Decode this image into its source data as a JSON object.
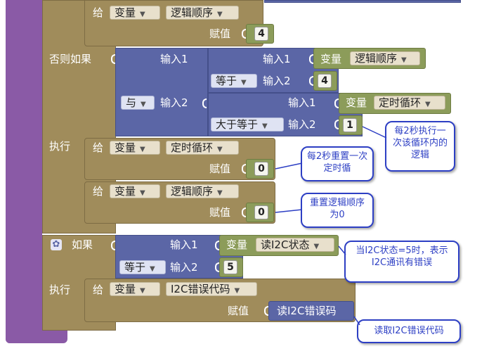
{
  "blocks": {
    "give1": {
      "label": "给",
      "var": "变量",
      "name": "逻辑顺序"
    },
    "assign1": {
      "label": "赋值",
      "value": "4"
    },
    "else_if": {
      "label": "否则如果"
    },
    "input1_label": "输入1",
    "inner_input1": {
      "label": "输入1",
      "var": "变量",
      "name": "逻辑顺序"
    },
    "equals1": {
      "op": "等于",
      "label": "输入2",
      "value": "4"
    },
    "and_block": {
      "op": "与",
      "label": "输入2"
    },
    "inner_input1b": {
      "label": "输入1",
      "var": "变量",
      "name": "定时循环"
    },
    "gte_block": {
      "op": "大于等于",
      "label": "输入2",
      "value": "1"
    },
    "exec1": {
      "label": "执行"
    },
    "give2": {
      "label": "给",
      "var": "变量",
      "name": "定时循环"
    },
    "assign2": {
      "label": "赋值",
      "value": "0"
    },
    "give3": {
      "label": "给",
      "var": "变量",
      "name": "逻辑顺序"
    },
    "assign3": {
      "label": "赋值",
      "value": "0"
    },
    "if_block": {
      "label": "如果"
    },
    "if_input1": {
      "label": "输入1",
      "var": "变量",
      "name": "读I2C状态"
    },
    "equals2": {
      "op": "等于",
      "label": "输入2",
      "value": "5"
    },
    "exec2": {
      "label": "执行"
    },
    "give4": {
      "label": "给",
      "var": "变量",
      "name": "I2C错误代码"
    },
    "assign4": {
      "label": "赋值",
      "value": "读I2C错误码"
    }
  },
  "comments": {
    "c1": "每2秒执行一次该循环内的逻辑",
    "c2": "每2秒重置一次定时循",
    "c3": "重置逻辑顺序为0",
    "c4": "当I2C状态=5时，表示I2C通讯有错误",
    "c5": "读取I2C错误代码"
  },
  "colors": {
    "control_purple": "#8a5aa6",
    "variable_brown": "#a08c5b",
    "getter_olive": "#8c9c5a",
    "logic_navy": "#5b66a6",
    "comment_blue": "#2d3fc4"
  }
}
